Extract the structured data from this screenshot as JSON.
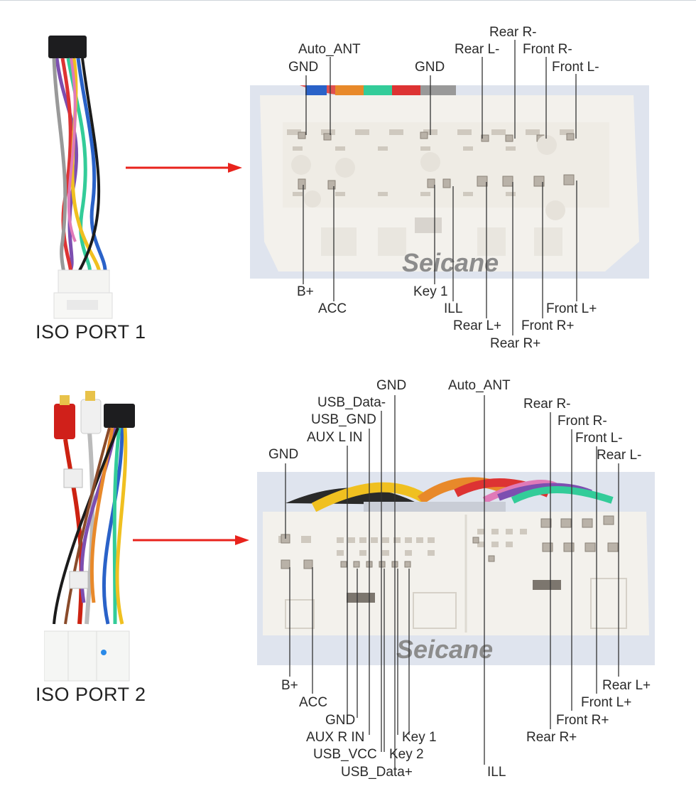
{
  "port1": {
    "title": "ISO PORT 1",
    "watermark": "Seicane",
    "top_labels": {
      "gnd_a": "GND",
      "auto_ant": "Auto_ANT",
      "gnd_b": "GND",
      "rear_r_minus": "Rear R-",
      "rear_l_minus": "Rear L-",
      "front_r_minus": "Front R-",
      "front_l_minus": "Front L-"
    },
    "bottom_labels": {
      "b_plus": "B+",
      "acc": "ACC",
      "key1": "Key 1",
      "ill": "ILL",
      "front_l_plus": "Front L+",
      "rear_l_plus": "Rear L+",
      "front_r_plus": "Front R+",
      "rear_r_plus": "Rear R+"
    }
  },
  "port2": {
    "title": "ISO PORT 2",
    "watermark": "Seicane",
    "top_labels": {
      "gnd_top": "GND",
      "usb_data_minus": "USB_Data-",
      "usb_gnd": "USB_GND",
      "aux_l_in": "AUX L IN",
      "gnd_left": "GND",
      "auto_ant": "Auto_ANT",
      "rear_r_minus": "Rear R-",
      "front_r_minus": "Front R-",
      "front_l_minus": "Front L-",
      "rear_l_minus": "Rear L-"
    },
    "bottom_labels": {
      "b_plus": "B+",
      "acc": "ACC",
      "gnd": "GND",
      "aux_r_in": "AUX R IN",
      "usb_vcc": "USB_VCC",
      "usb_data_plus": "USB_Data+",
      "key1": "Key 1",
      "key2": "Key 2",
      "ill": "ILL",
      "rear_l_plus": "Rear L+",
      "front_l_plus": "Front L+",
      "front_r_plus": "Front R+",
      "rear_r_plus": "Rear R+"
    }
  },
  "colors": {
    "arrow": "#e8231c",
    "connector_body": "#f3f1ec",
    "photo_background": "#dfe4ee",
    "pin_metal": "#b9b2a8"
  }
}
